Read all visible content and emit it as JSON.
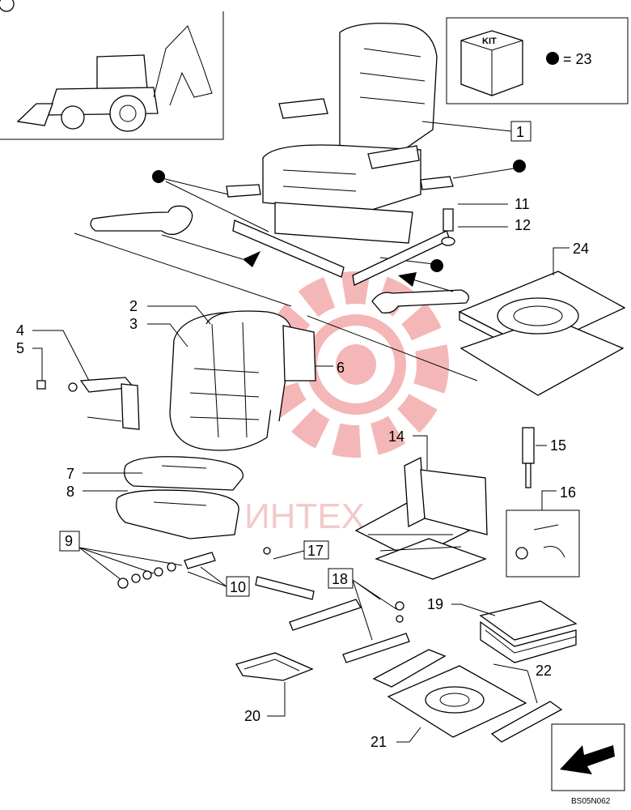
{
  "diagram": {
    "kit_label": "KIT",
    "kit_equals": "= 23",
    "drawing_code": "BS05N062",
    "watermark_text": "ИНТЕХ",
    "watermark_color": "#e03030",
    "callouts": {
      "c1": "1",
      "c2": "2",
      "c3": "3",
      "c4": "4",
      "c5": "5",
      "c6": "6",
      "c7": "7",
      "c8": "8",
      "c9": "9",
      "c10": "10",
      "c11": "11",
      "c12": "12",
      "c14": "14",
      "c15": "15",
      "c16": "16",
      "c17": "17",
      "c18": "18",
      "c19": "19",
      "c20": "20",
      "c21": "21",
      "c22": "22",
      "c24": "24"
    }
  }
}
